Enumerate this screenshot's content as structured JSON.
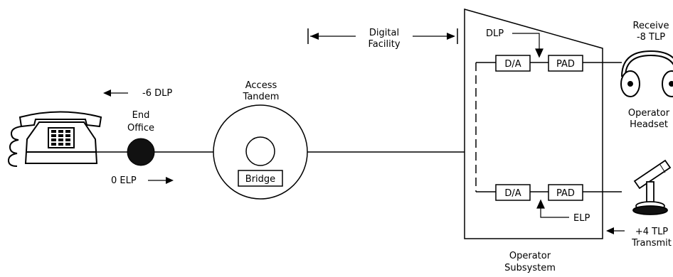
{
  "labels": {
    "dlp_left": "-6 DLP",
    "end_office_l1": "End",
    "end_office_l2": "Office",
    "elp_left": "0 ELP",
    "access_l1": "Access",
    "access_l2": "Tandem",
    "bridge": "Bridge",
    "digital_l1": "Digital",
    "digital_l2": "Facility",
    "dlp_right": "DLP",
    "elp_right": "ELP",
    "da_top": "D/A",
    "pad_top": "PAD",
    "da_bottom": "D/A",
    "pad_bottom": "PAD",
    "receive_l1": "Receive",
    "receive_l2": "-8 TLP",
    "headset_l1": "Operator",
    "headset_l2": "Headset",
    "transmit_l1": "+4 TLP",
    "transmit_l2": "Transmit",
    "subsystem_l1": "Operator",
    "subsystem_l2": "Subsystem"
  },
  "icons": [
    "telephone-icon",
    "headset-icon",
    "microphone-icon"
  ]
}
